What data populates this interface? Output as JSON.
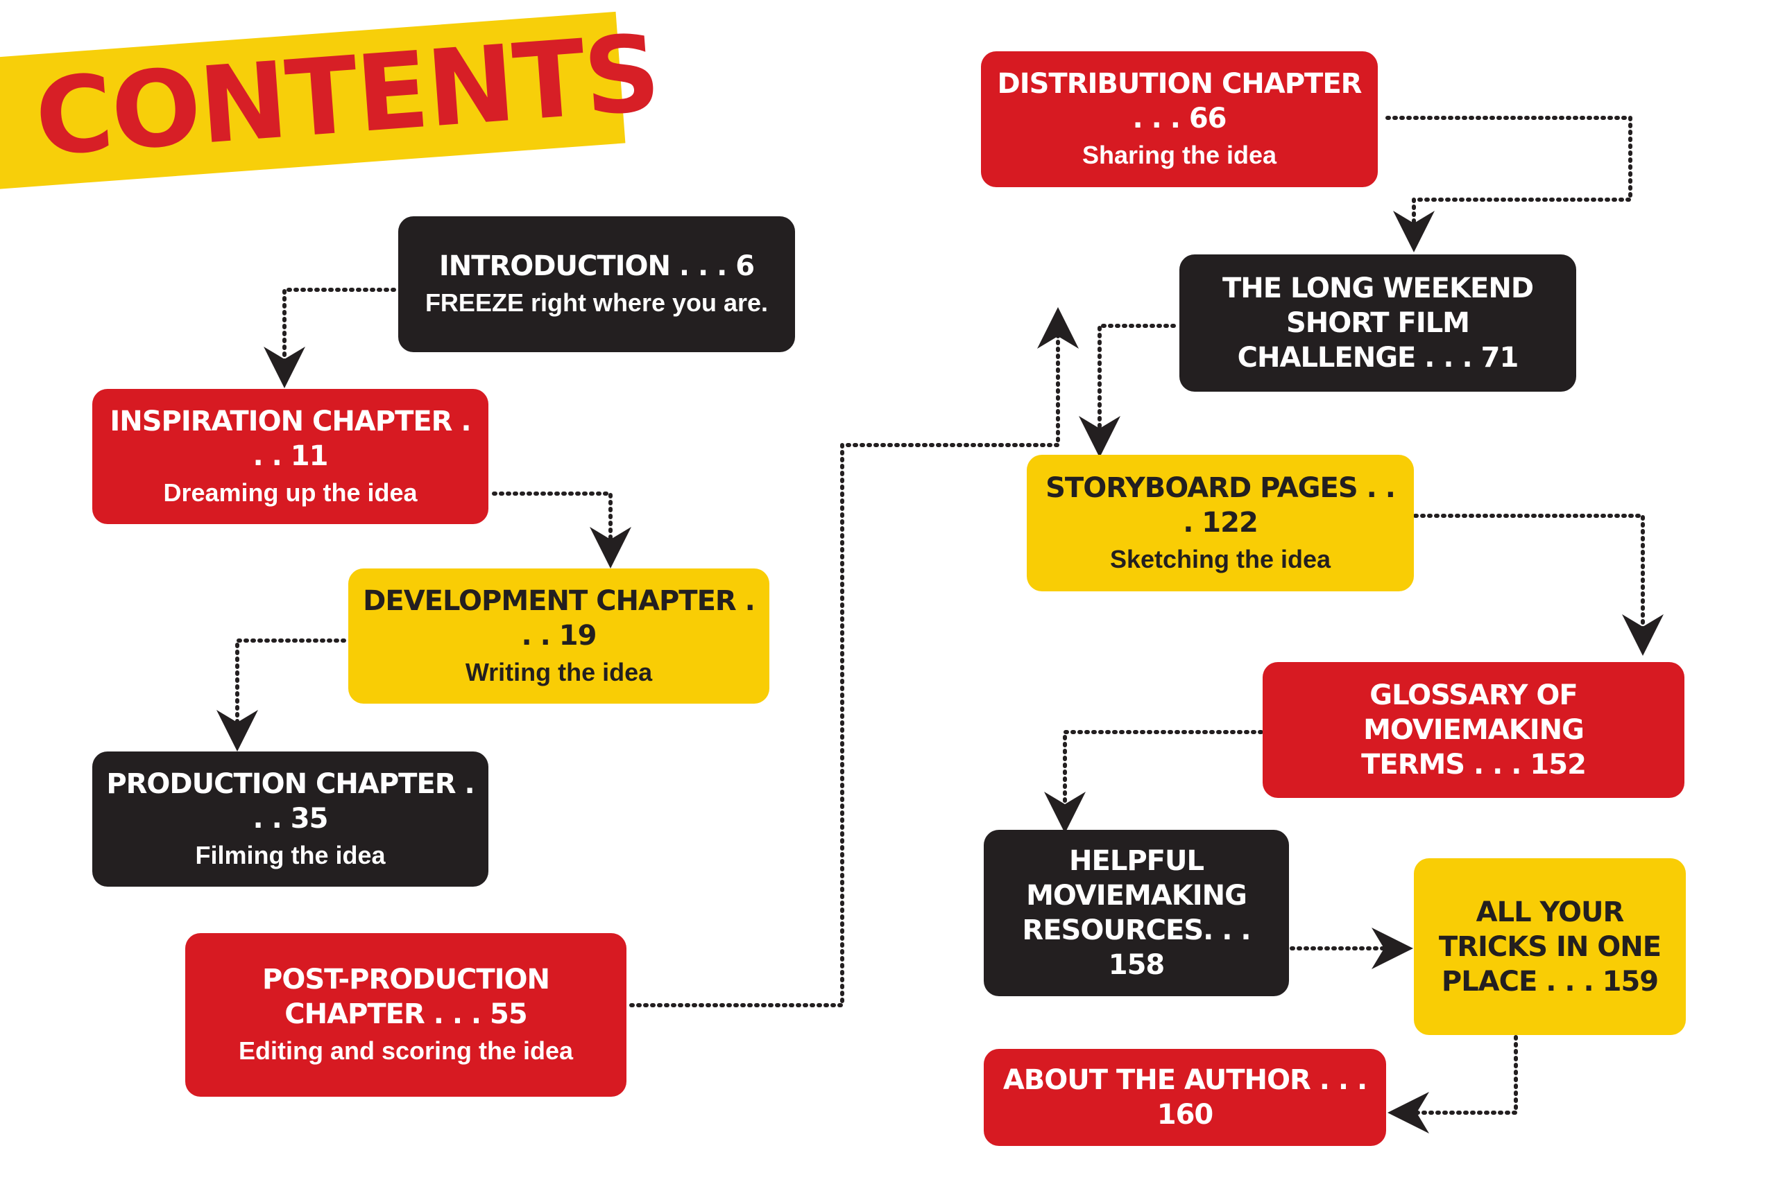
{
  "title": "CONTENTS",
  "colors": {
    "red": "#d71a22",
    "black": "#231f20",
    "yellow": "#f9cd05"
  },
  "items": {
    "introduction": {
      "heading": "INTRODUCTION . . . 6",
      "subtitle": "FREEZE right where you are."
    },
    "inspiration": {
      "heading": "INSPIRATION CHAPTER . . . 11",
      "subtitle": "Dreaming up the idea"
    },
    "development": {
      "heading": "DEVELOPMENT CHAPTER . . . 19",
      "subtitle": "Writing the idea"
    },
    "production": {
      "heading": "PRODUCTION CHAPTER . . . 35",
      "subtitle": "Filming the idea"
    },
    "post_production": {
      "heading": "POST-PRODUCTION\nCHAPTER . . . 55",
      "subtitle": "Editing and scoring the idea"
    },
    "distribution": {
      "heading": "DISTRIBUTION CHAPTER . . . 66",
      "subtitle": "Sharing the idea"
    },
    "long_weekend": {
      "heading": "THE LONG WEEKEND\nSHORT FILM\nCHALLENGE . . . 71"
    },
    "storyboard": {
      "heading": "STORYBOARD PAGES . . . 122",
      "subtitle": "Sketching the idea"
    },
    "glossary": {
      "heading": "GLOSSARY OF MOVIEMAKING\nTERMS . . . 152"
    },
    "resources": {
      "heading": "HELPFUL\nMOVIEMAKING\nRESOURCES. . . 158"
    },
    "tricks": {
      "heading": "ALL YOUR\nTRICKS IN ONE\nPLACE . . . 159"
    },
    "author": {
      "heading": "ABOUT THE AUTHOR . . . 160"
    }
  }
}
